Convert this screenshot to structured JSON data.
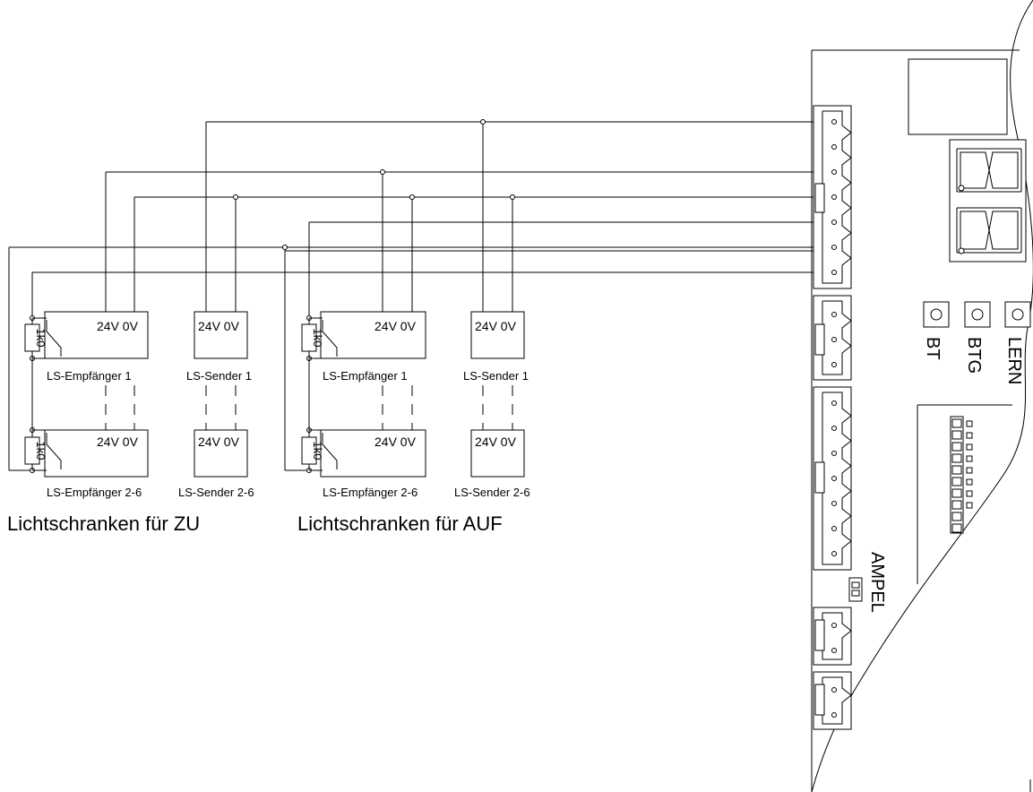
{
  "labels": {
    "supply": "24V 0V",
    "resistor": "1k0",
    "receiver_1": "LS-Empfänger 1",
    "sender_1": "LS-Sender 1",
    "receiver_2_6": "LS-Empfänger 2-6",
    "sender_2_6": "LS-Sender 2-6",
    "group_zu": "Lichtschranken für ZU",
    "group_auf": "Lichtschranken für AUF"
  },
  "board": {
    "button_bt": "BT",
    "button_btg": "BTG",
    "button_lern": "LERN",
    "jumper_ampel": "AMPEL"
  }
}
